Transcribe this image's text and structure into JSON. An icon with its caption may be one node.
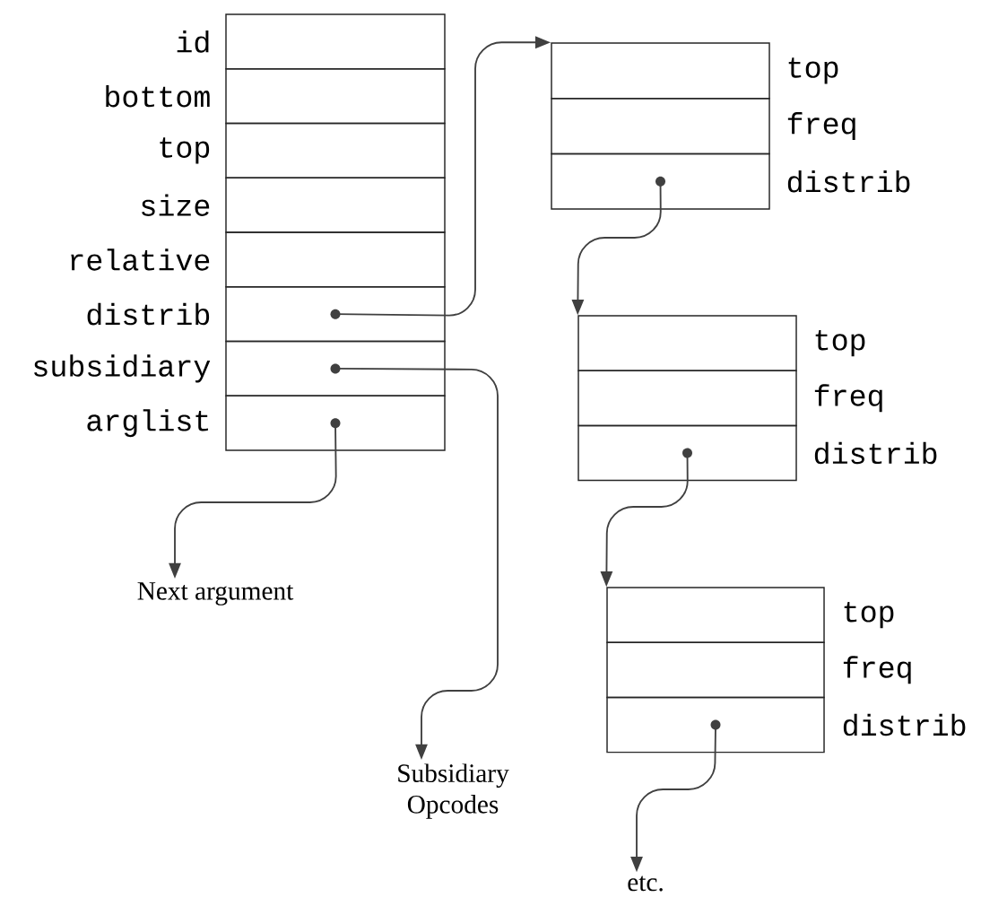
{
  "diagram": {
    "nodes": [
      {
        "text": [],
        "shape": "box",
        "beside": [
          "id"
        ]
      },
      {
        "text": [],
        "shape": "box",
        "beside": [
          "bottom"
        ]
      },
      {
        "text": [],
        "shape": "box",
        "beside": [
          "top"
        ]
      },
      {
        "text": [],
        "shape": "box",
        "beside": [
          "size"
        ]
      },
      {
        "text": [],
        "shape": "box",
        "beside": [
          "relative"
        ]
      },
      {
        "text": [],
        "shape": "box",
        "beside": [
          "distrib"
        ]
      },
      {
        "text": [],
        "shape": "box",
        "beside": [
          "subsidiary"
        ]
      },
      {
        "text": [],
        "shape": "box",
        "beside": [
          "arglist"
        ]
      },
      {
        "text": [],
        "shape": "box",
        "beside": [
          "top"
        ]
      },
      {
        "text": [],
        "shape": "box",
        "beside": [
          "freq"
        ]
      },
      {
        "text": [],
        "shape": "box",
        "beside": [
          "distrib"
        ]
      },
      {
        "text": [],
        "shape": "box",
        "beside": [
          "top"
        ]
      },
      {
        "text": [],
        "shape": "box",
        "beside": [
          "freq"
        ]
      },
      {
        "text": [],
        "shape": "box",
        "beside": [
          "distrib"
        ]
      },
      {
        "text": [],
        "shape": "box",
        "beside": [
          "top"
        ]
      },
      {
        "text": [],
        "shape": "box",
        "beside": [
          "freq"
        ]
      },
      {
        "text": [],
        "shape": "box",
        "beside": [
          "distrib"
        ]
      },
      {
        "text": [
          "Next argument"
        ]
      },
      {
        "text": [
          "Subsidiary Opcodes"
        ]
      },
      {
        "text": [
          "etc."
        ]
      }
    ],
    "edges": [
      {
        "from": 5,
        "to": 8,
        "arrow": "to"
      },
      {
        "from": 6,
        "to": 18,
        "arrow": "to"
      },
      {
        "from": 7,
        "to": 17,
        "arrow": "to"
      },
      {
        "from": 10,
        "to": 11,
        "arrow": "to"
      },
      {
        "from": 13,
        "to": 14,
        "arrow": "to"
      },
      {
        "from": 16,
        "to": 19,
        "arrow": "to"
      }
    ]
  }
}
